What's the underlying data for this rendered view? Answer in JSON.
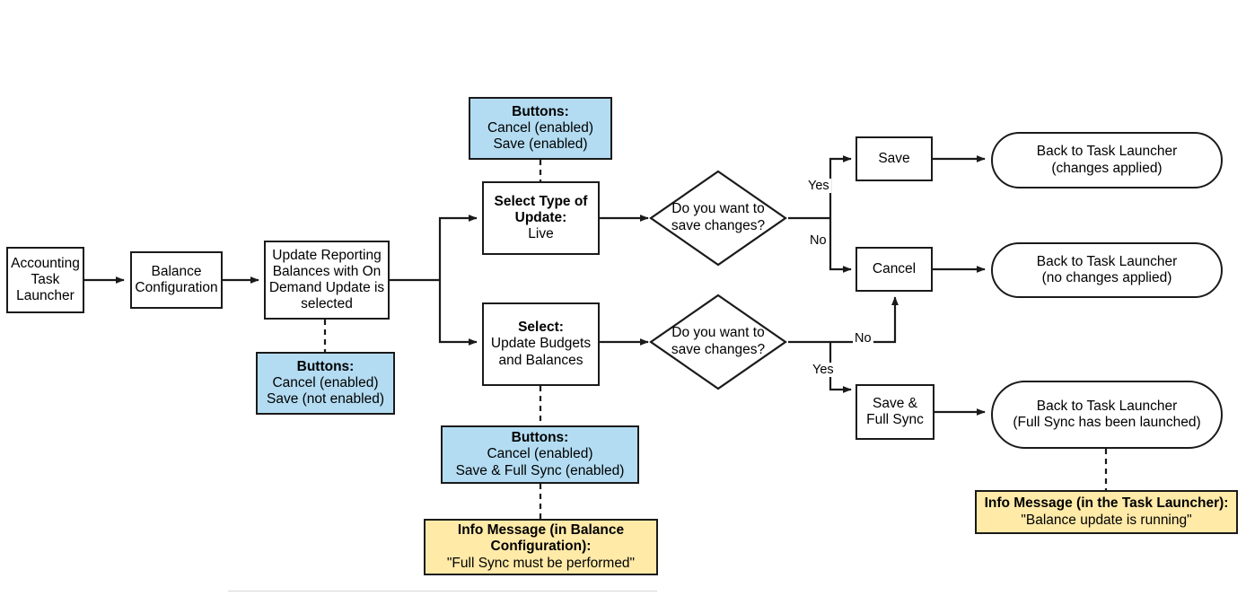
{
  "diagram": {
    "title": "Balance Configuration flow",
    "colors": {
      "note_blue": "#b3dcf2",
      "note_yellow": "#ffeaa8",
      "stroke": "#1a1a1a",
      "background": "#ffffff"
    }
  },
  "nodes": {
    "accounting_task_launcher": "Accounting\nTask\nLauncher",
    "balance_configuration": "Balance\nConfiguration",
    "update_reporting_balances": "Update Reporting\nBalances with On\nDemand Update is\nselected",
    "select_type_of_update_title": "Select Type of\nUpdate:",
    "select_type_of_update_value": "Live",
    "select_title": "Select:",
    "select_value": "Update Budgets\nand Balances",
    "decision_top": "Do you want to\nsave changes?",
    "decision_bottom": "Do you want to\nsave changes?",
    "save": "Save",
    "cancel": "Cancel",
    "save_full_sync": "Save &\nFull Sync",
    "terminal_changes_applied": "Back to Task Launcher\n(changes applied)",
    "terminal_no_changes": "Back to Task Launcher\n(no changes applied)",
    "terminal_full_sync": "Back to Task Launcher\n(Full Sync has been launched)"
  },
  "notes": {
    "buttons_top_title": "Buttons:",
    "buttons_top_line1": "Cancel (enabled)",
    "buttons_top_line2": "Save (enabled)",
    "buttons_initial_title": "Buttons:",
    "buttons_initial_line1": "Cancel (enabled)",
    "buttons_initial_line2": "Save (not enabled)",
    "buttons_fullsync_title": "Buttons:",
    "buttons_fullsync_line1": "Cancel (enabled)",
    "buttons_fullsync_line2": "Save & Full Sync (enabled)",
    "info_balance_config_title": "Info Message (in Balance\nConfiguration):",
    "info_balance_config_body": "\"Full Sync must be performed\"",
    "info_task_launcher_title": "Info Message (in the Task Launcher):",
    "info_task_launcher_body": "\"Balance update is running\""
  },
  "edge_labels": {
    "top_yes": "Yes",
    "top_no": "No",
    "bottom_no": "No",
    "bottom_yes": "Yes"
  }
}
